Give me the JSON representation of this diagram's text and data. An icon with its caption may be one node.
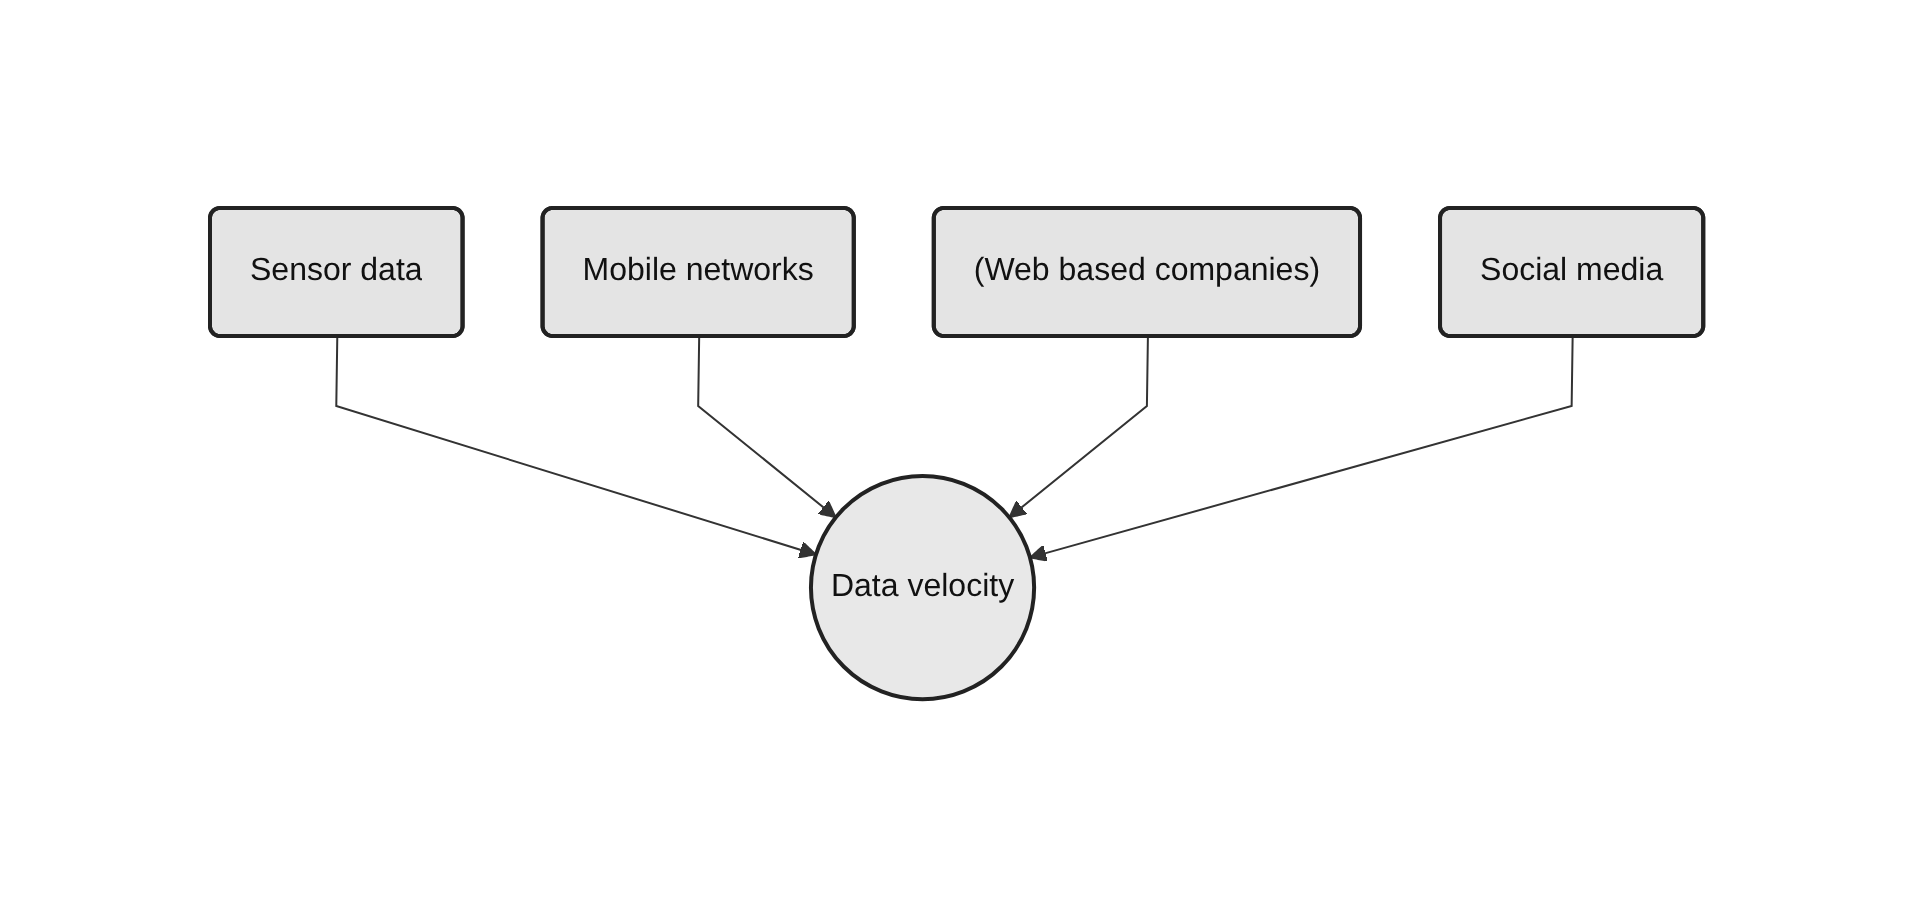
{
  "diagram": {
    "nodes": [
      {
        "text": [
          "Sensor data"
        ]
      },
      {
        "text": [
          "Mobile networks"
        ]
      },
      {
        "text": [
          "(Web based companies)"
        ]
      },
      {
        "text": [
          "Data velocity"
        ]
      },
      {
        "text": [
          "Social media"
        ]
      }
    ],
    "edges": [
      {
        "from": 0,
        "to": 3,
        "arrow": "to"
      },
      {
        "from": 1,
        "to": 3,
        "arrow": "to"
      },
      {
        "from": 2,
        "to": 3,
        "arrow": "to"
      },
      {
        "from": 4,
        "to": 3,
        "arrow": "to"
      }
    ]
  }
}
